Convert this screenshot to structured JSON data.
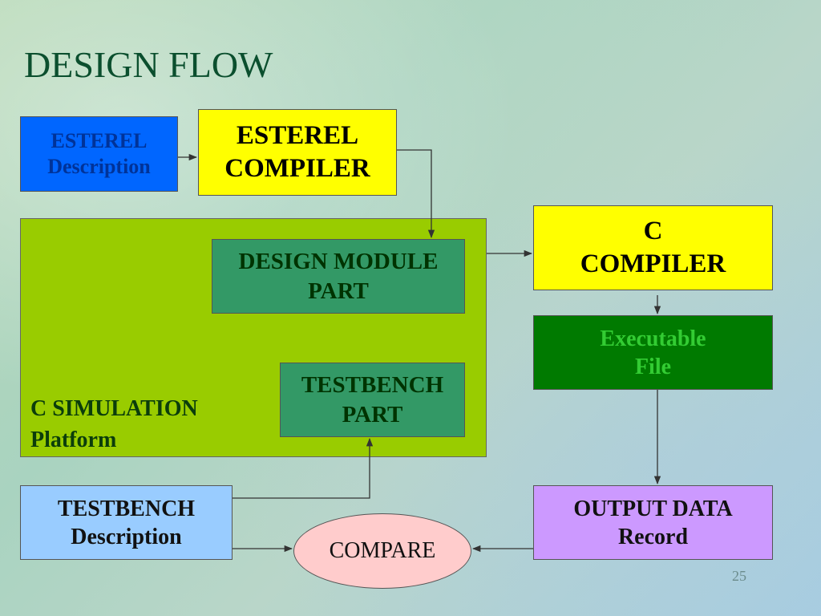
{
  "slide": {
    "title": "DESIGN FLOW",
    "page_number": "25"
  },
  "nodes": {
    "esterel_desc": {
      "lines": [
        "ESTEREL",
        "Description"
      ],
      "fill": "#0066ff",
      "text_color": "#003399"
    },
    "esterel_compiler": {
      "lines": [
        "ESTEREL",
        "COMPILER"
      ],
      "fill": "#ffff00",
      "text_color": "#000000"
    },
    "c_simulation": {
      "lines": [
        "C SIMULATION",
        "Platform"
      ],
      "fill": "#99cc00",
      "text_color": "#0b3d0b"
    },
    "design_module": {
      "lines": [
        "DESIGN MODULE",
        "PART"
      ],
      "fill": "#339966",
      "text_color": "#003300"
    },
    "testbench_part": {
      "lines": [
        "TESTBENCH",
        "PART"
      ],
      "fill": "#339966",
      "text_color": "#003300"
    },
    "c_compiler": {
      "lines": [
        "C",
        "COMPILER"
      ],
      "fill": "#ffff00",
      "text_color": "#000000"
    },
    "executable_file": {
      "lines": [
        "Executable",
        "File"
      ],
      "fill": "#007a00",
      "text_color": "#33cc33"
    },
    "testbench_desc": {
      "lines": [
        "TESTBENCH",
        "Description"
      ],
      "fill": "#99ccff",
      "text_color": "#111111"
    },
    "compare": {
      "label": "COMPARE",
      "fill": "#ffcccc",
      "text_color": "#111111"
    },
    "output_data": {
      "lines": [
        "OUTPUT DATA",
        "Record"
      ],
      "fill": "#cc99ff",
      "text_color": "#111111"
    }
  },
  "edges": [
    {
      "from": "esterel_desc",
      "to": "esterel_compiler"
    },
    {
      "from": "esterel_compiler",
      "to": "design_module"
    },
    {
      "from": "c_simulation",
      "to": "c_compiler"
    },
    {
      "from": "c_compiler",
      "to": "executable_file"
    },
    {
      "from": "executable_file",
      "to": "output_data"
    },
    {
      "from": "testbench_desc",
      "to": "testbench_part"
    },
    {
      "from": "testbench_desc",
      "to": "compare"
    },
    {
      "from": "output_data",
      "to": "compare"
    }
  ],
  "colors": {
    "title": "#0b4f2e",
    "arrow": "#333333"
  }
}
